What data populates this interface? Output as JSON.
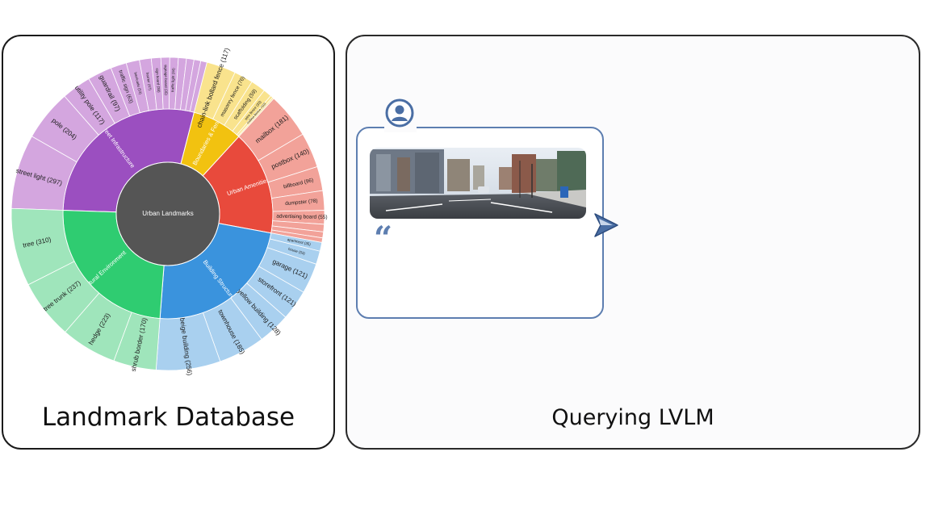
{
  "left_panel": {
    "caption": "Landmark Database"
  },
  "right_panel": {
    "caption": "Querying LVLM"
  },
  "chat": {
    "avatar_icon": "user-avatar-icon",
    "quote_icon": "quote-icon",
    "send_icon": "send-arrow-icon",
    "image": "street-scene-photo"
  },
  "chart_data": {
    "type": "sunburst",
    "root": "Urban Landmarks",
    "colors": {
      "root": "#555555"
    },
    "categories": [
      {
        "name": "Street Infrastructure",
        "color": "#9b4fc0",
        "light": "#d4a6df",
        "children": [
          {
            "label": "street light (297)",
            "value": 297
          },
          {
            "label": "pole (204)",
            "value": 204
          },
          {
            "label": "utility pole (117)",
            "value": 117
          },
          {
            "label": "guardrail (97)",
            "value": 97
          },
          {
            "label": "traffic sign (63)",
            "value": 63
          },
          {
            "label": "barricade (53)",
            "value": 53
          },
          {
            "label": "barrier (47)",
            "value": 47
          },
          {
            "label": "sign board (38)",
            "value": 38
          },
          {
            "label": "signage board (35)",
            "value": 35
          },
          {
            "label": "traffic light (34)",
            "value": 34
          },
          {
            "label": "",
            "value": 32
          },
          {
            "label": "",
            "value": 30
          },
          {
            "label": "",
            "value": 27
          },
          {
            "label": "",
            "value": 25
          }
        ]
      },
      {
        "name": "Boundaries & Fences",
        "color": "#f2c210",
        "light": "#f9e38d",
        "children": [
          {
            "label": "chain-link bollard fence (117)",
            "value": 117
          },
          {
            "label": "masonry fence (76)",
            "value": 76
          },
          {
            "label": "scaffolding (59)",
            "value": 59
          },
          {
            "label": "wire fence (33)",
            "value": 33
          },
          {
            "label": "rolling fence (10)",
            "value": 10
          },
          {
            "label": "",
            "value": 6
          }
        ]
      },
      {
        "name": "Urban Amenities",
        "color": "#e84a3c",
        "light": "#f2a299",
        "children": [
          {
            "label": "mailbox (181)",
            "value": 181
          },
          {
            "label": "postbox (140)",
            "value": 140
          },
          {
            "label": "billboard (96)",
            "value": 96
          },
          {
            "label": "dumpster (78)",
            "value": 78
          },
          {
            "label": "advertising board (55)",
            "value": 55
          },
          {
            "label": "",
            "value": 30
          },
          {
            "label": "",
            "value": 24
          },
          {
            "label": "",
            "value": 18
          }
        ]
      },
      {
        "name": "Building Structures",
        "color": "#3a93dd",
        "light": "#a9d0ef",
        "children": [
          {
            "label": "apartment (35)",
            "value": 35
          },
          {
            "label": "house (53)",
            "value": 53
          },
          {
            "label": "garage (121)",
            "value": 121
          },
          {
            "label": "storefront (121)",
            "value": 121
          },
          {
            "label": "yellow building (128)",
            "value": 128
          },
          {
            "label": "townhouse (185)",
            "value": 185
          },
          {
            "label": "beige building (256)",
            "value": 256
          }
        ]
      },
      {
        "name": "Natural Environment",
        "color": "#2fcc71",
        "light": "#9fe5bb",
        "children": [
          {
            "label": "shrub border (170)",
            "value": 170
          },
          {
            "label": "hedge (223)",
            "value": 223
          },
          {
            "label": "tree trunk (237)",
            "value": 237
          },
          {
            "label": "tree (310)",
            "value": 310
          }
        ]
      }
    ]
  }
}
